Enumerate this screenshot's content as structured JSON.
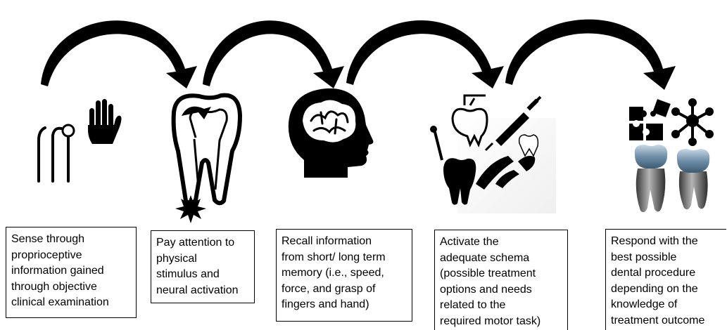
{
  "steps": [
    {
      "icon": "dental-instruments-and-hand-icon",
      "lines": [
        "Sense through",
        "proprioceptive",
        "information gained",
        "through objective",
        "clinical examination"
      ]
    },
    {
      "icon": "tooth-nerve-stimulus-icon",
      "lines": [
        "Pay attention to",
        "physical",
        "stimulus and",
        "neural activation"
      ]
    },
    {
      "icon": "head-brain-icon",
      "lines": [
        "Recall information",
        "from short/ long term",
        "memory (i.e., speed,",
        "force, and grasp of",
        "fingers and hand)"
      ]
    },
    {
      "icon": "dental-treatment-tools-icon",
      "lines": [
        "Activate the",
        "adequate schema",
        "(possible treatment",
        "options and needs",
        "related to the",
        "required motor task)"
      ]
    },
    {
      "icon": "puzzle-network-crowned-teeth-icon",
      "lines": [
        "Respond with the",
        "best possible",
        "dental procedure",
        "depending on the",
        "knowledge  of",
        "treatment outcome"
      ]
    }
  ],
  "colors": {
    "ink": "#000000",
    "background": "#ffffff",
    "crown": "#6f8fa8",
    "root": "#6e6e6e"
  }
}
